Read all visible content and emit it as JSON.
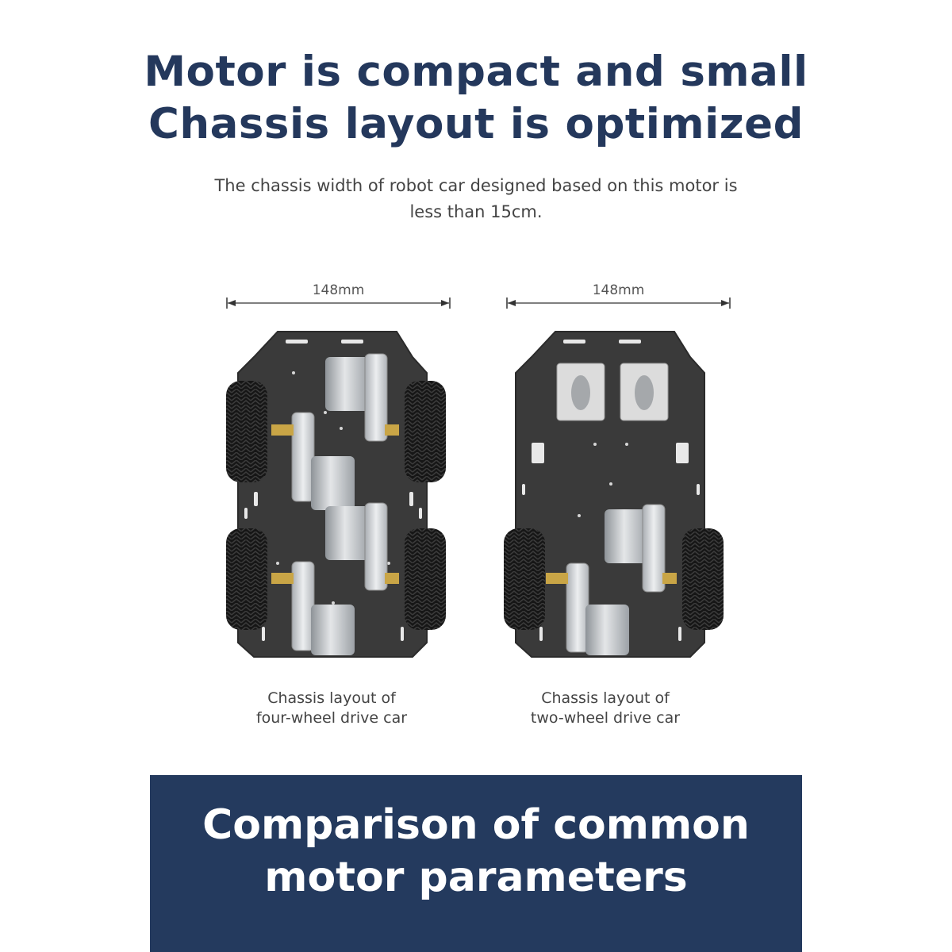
{
  "headline": {
    "line1": "Motor is compact and small",
    "line2": "Chassis layout is optimized"
  },
  "subtitle": {
    "line1": "The chassis width of robot car designed based on this motor is",
    "line2": "less than 15cm."
  },
  "left_chassis": {
    "width_label": "148mm",
    "caption_line1": "Chassis layout of",
    "caption_line2": "four-wheel drive car"
  },
  "right_chassis": {
    "width_label": "148mm",
    "caption_line1": "Chassis layout of",
    "caption_line2": "two-wheel drive car"
  },
  "banner": {
    "line1": "Comparison of common",
    "line2": "motor parameters"
  },
  "colors": {
    "title": "#24385c",
    "banner_bg": "#243a5e",
    "chassis_plate": "#3a3a3a",
    "tire": "#1a1a1a",
    "motor": "#c9ccd0"
  },
  "icons": [
    "dimension-arrow-icon",
    "wheel-icon",
    "motor-icon",
    "caster-wheel-icon"
  ]
}
